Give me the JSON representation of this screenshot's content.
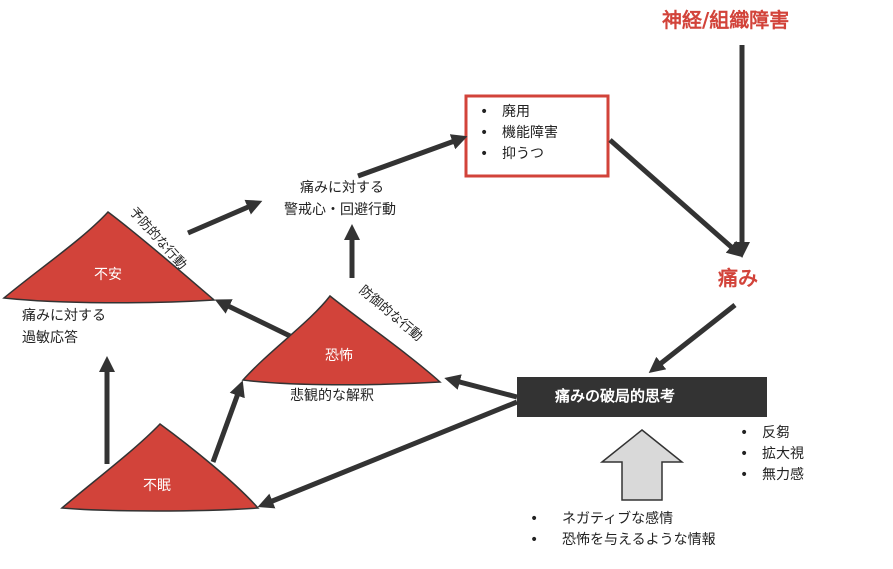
{
  "top_cause": "神経/組織障害",
  "pain": "痛み",
  "catastrophizing": "痛みの破局的思考",
  "box_items": [
    "廃用",
    "機能障害",
    "抑うつ"
  ],
  "catastrophizing_items": [
    "反芻",
    "拡大視",
    "無力感"
  ],
  "input_items": [
    "ネガティブな感情",
    "恐怖を与えるような情報"
  ],
  "vigilance": [
    "痛みに対する",
    "警戒心・回避行動"
  ],
  "anxiety": "不安",
  "hypersensitivity": [
    "痛みに対する",
    "過敏応答"
  ],
  "fear": "恐怖",
  "pessimism": "悲観的な解釈",
  "insomnia": "不眠",
  "preventive_behavior": "予防的な行動",
  "defensive_behavior": "防御的な行動",
  "colors": {
    "red": "#d2433a",
    "dark": "#333333",
    "gray_arrow": "#d9d9d9"
  }
}
